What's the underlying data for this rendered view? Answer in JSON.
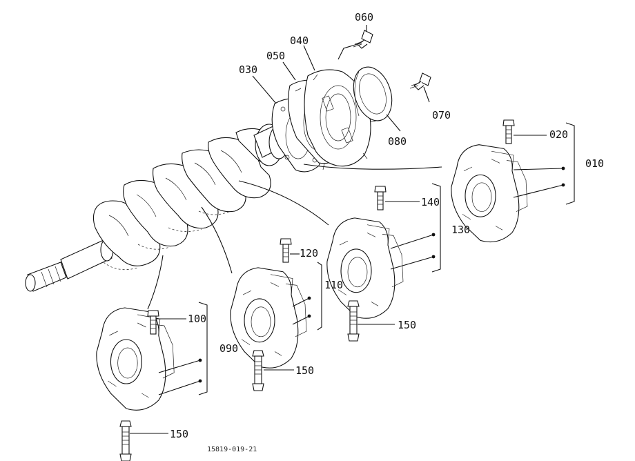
{
  "diagram": {
    "labels": {
      "p010": "010",
      "p020": "020",
      "p030": "030",
      "p040": "040",
      "p050": "050",
      "p060": "060",
      "p070": "070",
      "p080": "080",
      "p090": "090",
      "p100": "100",
      "p110": "110",
      "p120": "120",
      "p130": "130",
      "p140": "140",
      "p150a": "150",
      "p150b": "150",
      "p150c": "150"
    },
    "drawing_code": "15819-019-21"
  }
}
